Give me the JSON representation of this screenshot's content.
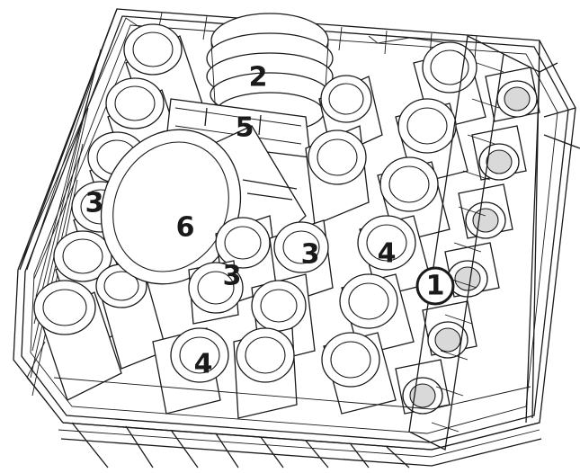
{
  "labels": {
    "cup_rack": "1",
    "bowls": "2",
    "glasses_left": "3",
    "glasses_center": "3",
    "glasses_right": "3",
    "mugs_center": "4",
    "mugs_bottom": "4",
    "bowl_holder": "5",
    "large_bowl": "6"
  }
}
